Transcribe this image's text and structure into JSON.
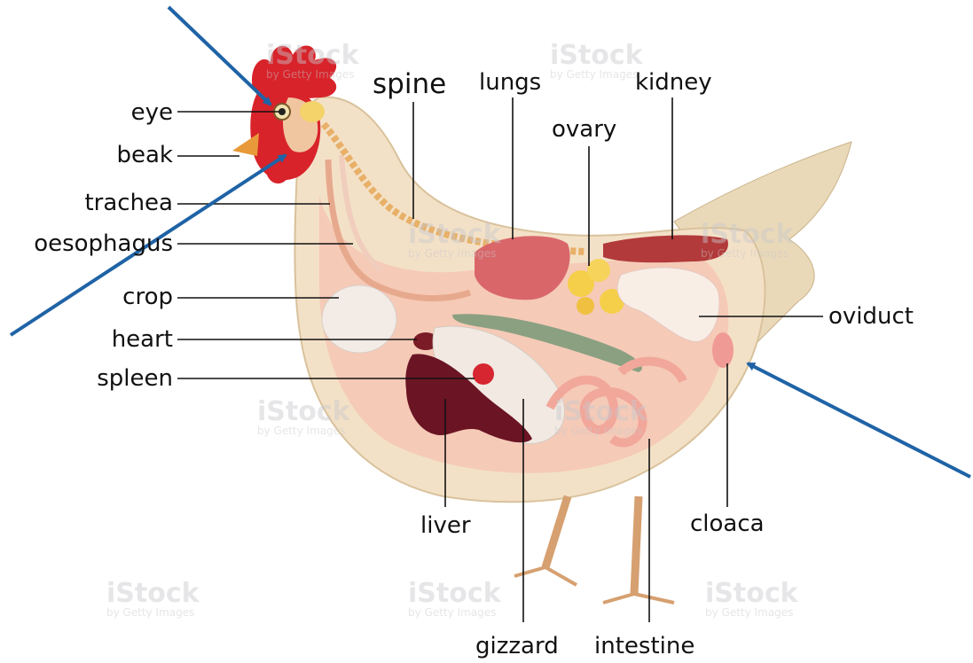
{
  "diagram": {
    "labels": {
      "eye": "eye",
      "beak": "beak",
      "trachea": "trachea",
      "oesophagus": "oesophagus",
      "crop": "crop",
      "heart": "heart",
      "spleen": "spleen",
      "spine": "spine",
      "lungs": "lungs",
      "kidney": "kidney",
      "ovary": "ovary",
      "oviduct": "oviduct",
      "liver": "liver",
      "gizzard": "gizzard",
      "intestine": "intestine",
      "cloaca": "cloaca"
    },
    "watermark": {
      "brand": "iStock",
      "sub": "by Getty Images"
    },
    "colors": {
      "arrow": "#1f63a6",
      "leader": "#111111",
      "comb": "#d8232a"
    }
  }
}
